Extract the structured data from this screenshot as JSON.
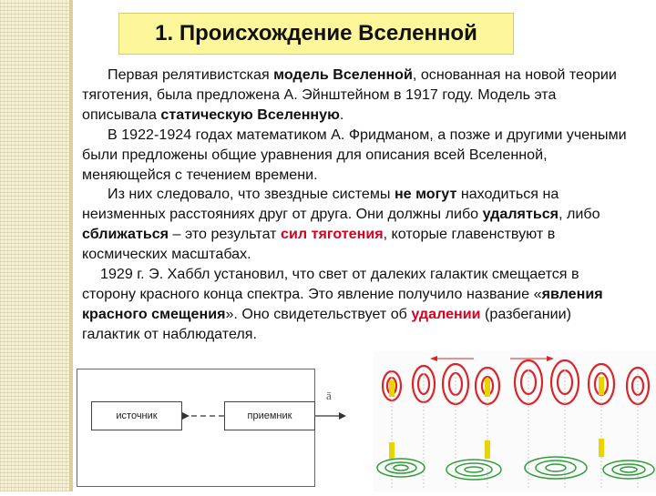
{
  "title": "1. Происхождение Вселенной",
  "paragraph1": {
    "t1": "Первая релятивистская ",
    "b1": "модель Вселенной",
    "t2": ", основанная на новой теории тяготения, была предложена А. Эйнштейном в 1917 году. Модель эта описывала ",
    "b2": "статическую Вселенную",
    "t3": "."
  },
  "paragraph2": {
    "t1": "В 1922-1924 годах математиком А. Фридманом, а позже и другими учеными были предложены общие уравнения для описания всей Вселенной, меняющейся с течением  времени."
  },
  "paragraph3": {
    "t1": "Из них следовало, что звездные системы ",
    "b1": "не  могут",
    "t2": " находиться  на неизменных  расстояниях  друг от друга. Они должны либо ",
    "b2": "удаляться",
    "t3": ", либо ",
    "b3": "сближаться",
    "t4": " – это результат ",
    "r1": "сил тяготения",
    "t5": ", которые главенствуют в космических масштабах."
  },
  "paragraph4": {
    "t1": "1929 г. Э. Хаббл  установил, что свет от далеких галактик смещается в сторону красного конца спектра. Это явление получило название «",
    "b1": "явления  красного смещения",
    "t2": "». Оно свидетельствует об ",
    "r1": "удалении",
    "t3": " (разбегании) галактик от наблюдателя."
  },
  "diagram": {
    "source_label": "источник",
    "receiver_label": "приемник",
    "arrow_label": "ā"
  },
  "colors": {
    "title_bg": "#fdf69a",
    "accent_red": "#d8001f",
    "wave_red": "#d9262b",
    "wave_green": "#2f9e3a",
    "wave_yellow": "#e8d400"
  }
}
